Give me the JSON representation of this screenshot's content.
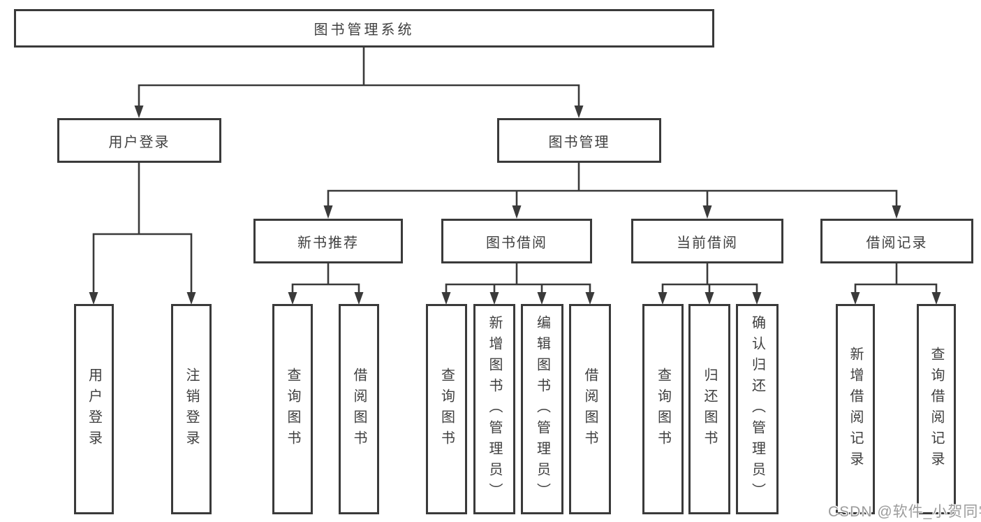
{
  "diagram": {
    "type": "hierarchy-org-chart",
    "root_label": "图书管理系统",
    "tree": {
      "图书管理系统": {
        "用户登录": [
          "用户登录",
          "注销登录"
        ],
        "图书管理": {
          "新书推荐": [
            "查询图书",
            "借阅图书"
          ],
          "图书借阅": [
            "查询图书",
            "新增图书（管理员）",
            "编辑图书（管理员）",
            "借阅图书"
          ],
          "当前借阅": [
            "查询图书",
            "归还图书",
            "确认归还（管理员）"
          ],
          "借阅记录": [
            "新增借阅记录",
            "查询借阅记录"
          ]
        }
      }
    }
  },
  "colors": {
    "line": "#3a3a3a",
    "box_border": "#3a3a3a",
    "text": "#3f3f3f",
    "watermark": "#9b9b9b",
    "background": "#ffffff"
  },
  "nodes": {
    "root": "图书管理系统",
    "user_login": "用户登录",
    "book_mgmt": "图书管理",
    "new_book_rec": "新书推荐",
    "book_borrow": "图书借阅",
    "current_borrow": "当前借阅",
    "borrow_record": "借阅记录",
    "leaf_user_login": "用户登录",
    "leaf_logout": "注销登录",
    "leaf_query_book_a": "查询图书",
    "leaf_borrow_book_a": "借阅图书",
    "leaf_query_book_b": "查询图书",
    "leaf_add_book": "新增图书（管理员）",
    "leaf_edit_book": "编辑图书（管理员）",
    "leaf_borrow_book_b": "借阅图书",
    "leaf_query_book_c": "查询图书",
    "leaf_return_book": "归还图书",
    "leaf_confirm_return": "确认归还（管理员）",
    "leaf_add_record": "新增借阅记录",
    "leaf_query_record": "查询借阅记录"
  },
  "watermark": "CSDN @软件_小贺同学"
}
